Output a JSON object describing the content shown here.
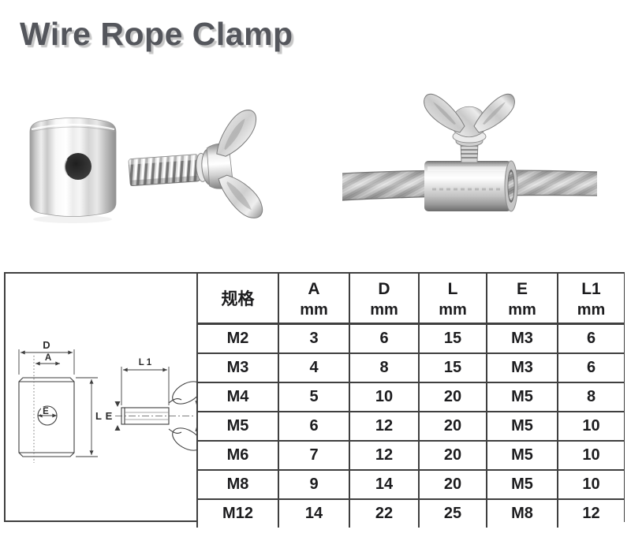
{
  "title": "Wire Rope Clamp",
  "images": {
    "left": "stainless-barrel-clamp",
    "middle": "wing-bolt",
    "right": "clamp-installed-on-wire-rope"
  },
  "diagram": {
    "labels": {
      "d": "D",
      "a": "A",
      "hole_e": "E",
      "l": "L",
      "l1": "L 1",
      "shaft_e": "E"
    }
  },
  "table": {
    "spec_header": "规格",
    "headers": [
      {
        "letter": "A",
        "unit": "mm"
      },
      {
        "letter": "D",
        "unit": "mm"
      },
      {
        "letter": "L",
        "unit": "mm"
      },
      {
        "letter": "E",
        "unit": "mm"
      },
      {
        "letter": "L1",
        "unit": "mm"
      }
    ],
    "rows": [
      {
        "spec": "M2",
        "a": "3",
        "d": "6",
        "l": "15",
        "e": "M3",
        "l1": "6"
      },
      {
        "spec": "M3",
        "a": "4",
        "d": "8",
        "l": "15",
        "e": "M3",
        "l1": "6"
      },
      {
        "spec": "M4",
        "a": "5",
        "d": "10",
        "l": "20",
        "e": "M5",
        "l1": "8"
      },
      {
        "spec": "M5",
        "a": "6",
        "d": "12",
        "l": "20",
        "e": "M5",
        "l1": "10"
      },
      {
        "spec": "M6",
        "a": "7",
        "d": "12",
        "l": "20",
        "e": "M5",
        "l1": "10"
      },
      {
        "spec": "M8",
        "a": "9",
        "d": "14",
        "l": "20",
        "e": "M5",
        "l1": "10"
      },
      {
        "spec": "M12",
        "a": "14",
        "d": "22",
        "l": "25",
        "e": "M8",
        "l1": "12"
      }
    ]
  },
  "colors": {
    "title": "#54565c",
    "title_shadow": "#c6c6c6",
    "grid_line": "#3f3f3f",
    "text": "#1c1c1e"
  }
}
